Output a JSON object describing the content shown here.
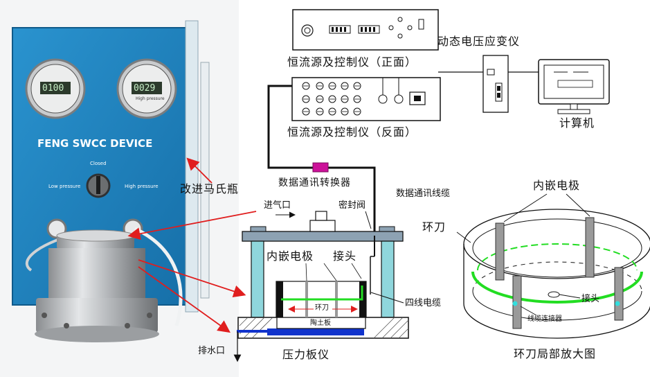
{
  "device": {
    "brand": "FENG SWCC DEVICE",
    "closed": "Closed",
    "low_pressure": "Low pressure",
    "high_pressure": "High pressure",
    "gauge_left_value": "0100",
    "gauge_right_value": "0029",
    "gauge_right_label": "High pressure"
  },
  "labels": {
    "instrument_title": "动态电压应变仪",
    "controller_front": "恒流源及控制仪（正面）",
    "controller_back": "恒流源及控制仪（反面）",
    "computer": "计算机",
    "mariotte_bottle": "改进马氏瓶",
    "converter": "数据通讯转换器",
    "data_cable": "数据通讯线缆",
    "air_inlet": "进气口",
    "seal_valve": "密封阀",
    "embedded_electrode": "内嵌电极",
    "connector": "接头",
    "ring_knife_inner": "环刀",
    "ceramic_plate": "陶土板",
    "four_wire_cable": "四线电缆",
    "drain": "排水口",
    "pressure_plate": "压力板仪",
    "ring_knife_title": "环刀",
    "ring_embedded_electrode": "内嵌电极",
    "ring_connector": "接头",
    "cable_connector": "线缆连接器",
    "ring_zoom": "环刀局部放大图"
  },
  "colors": {
    "device_panel": "#1e86c4",
    "wire_green": "#22dd22",
    "arrow_red": "#e01e1e",
    "converter_magenta": "#cc1199",
    "water_blue": "#1133cc"
  }
}
